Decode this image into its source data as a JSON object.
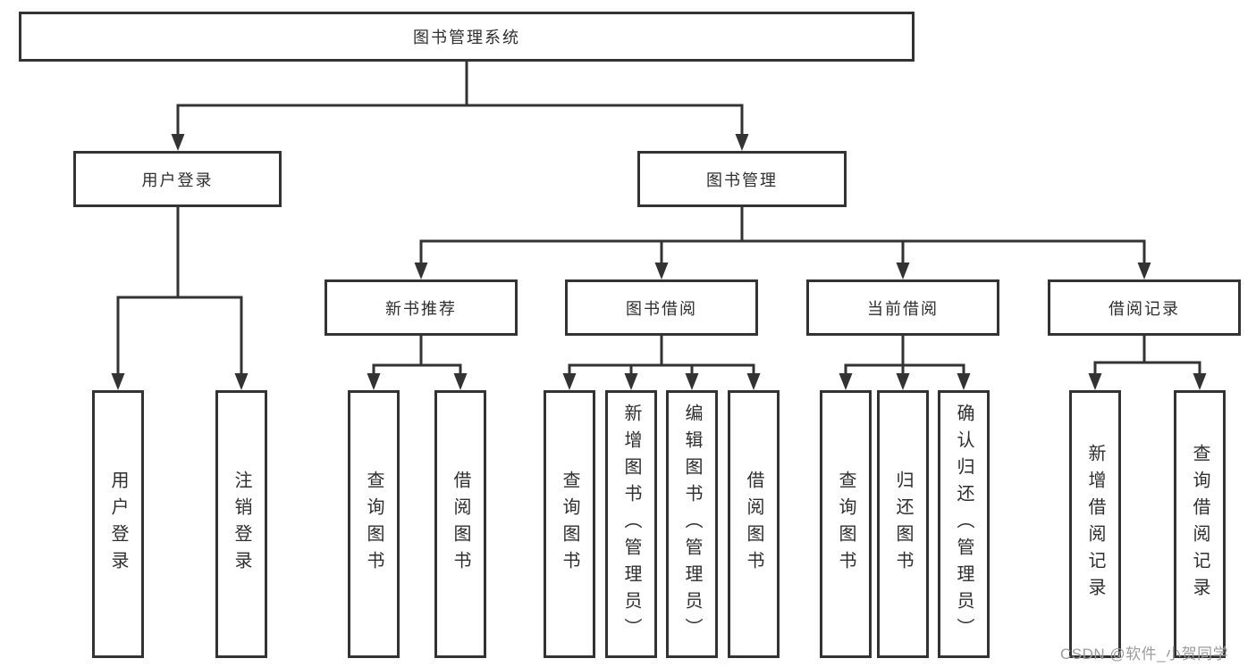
{
  "diagram": {
    "root": {
      "label": "图书管理系统"
    },
    "level2": [
      {
        "label": "用户登录"
      },
      {
        "label": "图书管理"
      }
    ],
    "level3": [
      {
        "label": "新书推荐"
      },
      {
        "label": "图书借阅"
      },
      {
        "label": "当前借阅"
      },
      {
        "label": "借阅记录"
      }
    ],
    "leaves": [
      {
        "label": "用户登录"
      },
      {
        "label": "注销登录"
      },
      {
        "label": "查询图书"
      },
      {
        "label": "借阅图书"
      },
      {
        "label": "查询图书"
      },
      {
        "label": "新增图书（管理员）"
      },
      {
        "label": "编辑图书（管理员）"
      },
      {
        "label": "借阅图书"
      },
      {
        "label": "查询图书"
      },
      {
        "label": "归还图书"
      },
      {
        "label": "确认归还（管理员）"
      },
      {
        "label": "新增借阅记录"
      },
      {
        "label": "查询借阅记录"
      }
    ]
  },
  "watermark": {
    "text": "CSDN @软件_小贺同学"
  },
  "colors": {
    "line": "#333333",
    "text": "#2e2e2e",
    "watermark": "#9c9c9c",
    "background": "#ffffff"
  }
}
